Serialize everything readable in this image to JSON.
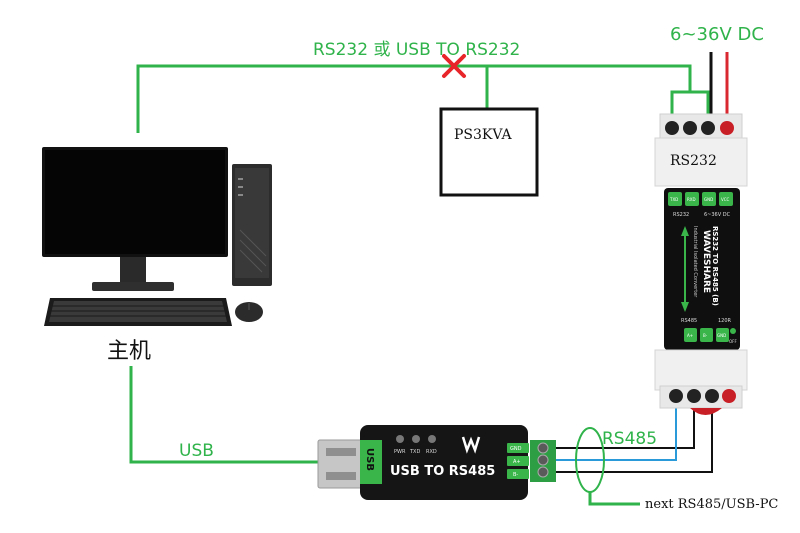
{
  "labels": {
    "top_line": "RS232 或 USB TO RS232",
    "power": "6~36V DC",
    "ups_box": "PS3KVA",
    "host": "主机",
    "usb": "USB",
    "rs485": "RS485",
    "rs232": "RS232",
    "next": "next RS485/USB-PC"
  },
  "device_rail": {
    "brand": "WAVESHARE",
    "model": "RS232 TO RS485 (B)",
    "subtitle": "Industrial Isolated Converter",
    "top_pins": [
      "TXD",
      "RXD",
      "GND",
      "VCC"
    ],
    "top_section": "RS232",
    "top_power": "6~36V DC",
    "bottom_section": "RS485",
    "resistor": "120R",
    "resistor_off": "OFF",
    "bottom_pins": [
      "A+",
      "B-",
      "GND"
    ]
  },
  "usb_dongle": {
    "label": "USB TO RS485",
    "usb_side": "USB",
    "leds": [
      "PWR",
      "TXD",
      "RXD"
    ],
    "pins": [
      "GND",
      "A+",
      "B-"
    ]
  },
  "colors": {
    "wire_green": "#2fb34a",
    "wire_red": "#d9282f",
    "wire_blue": "#2a9ad8",
    "cross_red": "#e8262a",
    "device_green": "#39b54a"
  }
}
